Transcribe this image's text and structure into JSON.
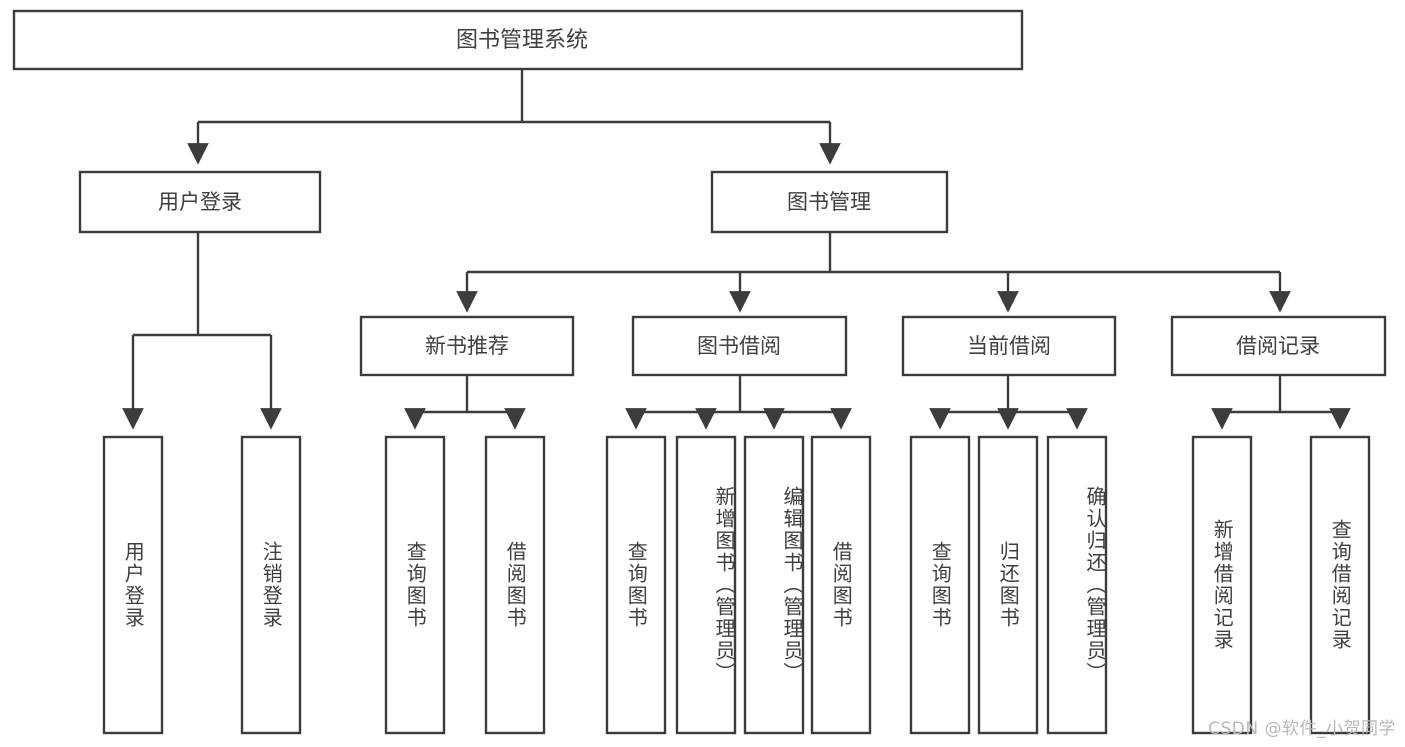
{
  "diagram": {
    "type": "tree-hierarchy-flowchart",
    "orientation": "top-down",
    "colors": {
      "background": "#ffffff",
      "box_fill": "#ffffff",
      "box_stroke": "#3c3c3c",
      "text": "#3f3f3f",
      "watermark": "#b9b9b9"
    },
    "root": {
      "label": "图书管理系统",
      "level": 0
    },
    "level1": [
      {
        "label": "用户登录"
      },
      {
        "label": "图书管理"
      }
    ],
    "level2": [
      {
        "label": "新书推荐"
      },
      {
        "label": "图书借阅"
      },
      {
        "label": "当前借阅"
      },
      {
        "label": "借阅记录"
      }
    ],
    "leaves": {
      "user_login": [
        {
          "label": "用户登录"
        },
        {
          "label": "注销登录"
        }
      ],
      "new_book_recommend": [
        {
          "label": "查询图书"
        },
        {
          "label": "借阅图书"
        }
      ],
      "book_borrow": [
        {
          "label": "查询图书"
        },
        {
          "label": "新增图书（管理员）"
        },
        {
          "label": "编辑图书（管理员）"
        },
        {
          "label": "借阅图书"
        }
      ],
      "current_borrow": [
        {
          "label": "查询图书"
        },
        {
          "label": "归还图书"
        },
        {
          "label": "确认归还（管理员）"
        }
      ],
      "borrow_records": [
        {
          "label": "新增借阅记录"
        },
        {
          "label": "查询借阅记录"
        }
      ]
    }
  },
  "watermark": {
    "text": "CSDN @软件_小贺同学"
  }
}
